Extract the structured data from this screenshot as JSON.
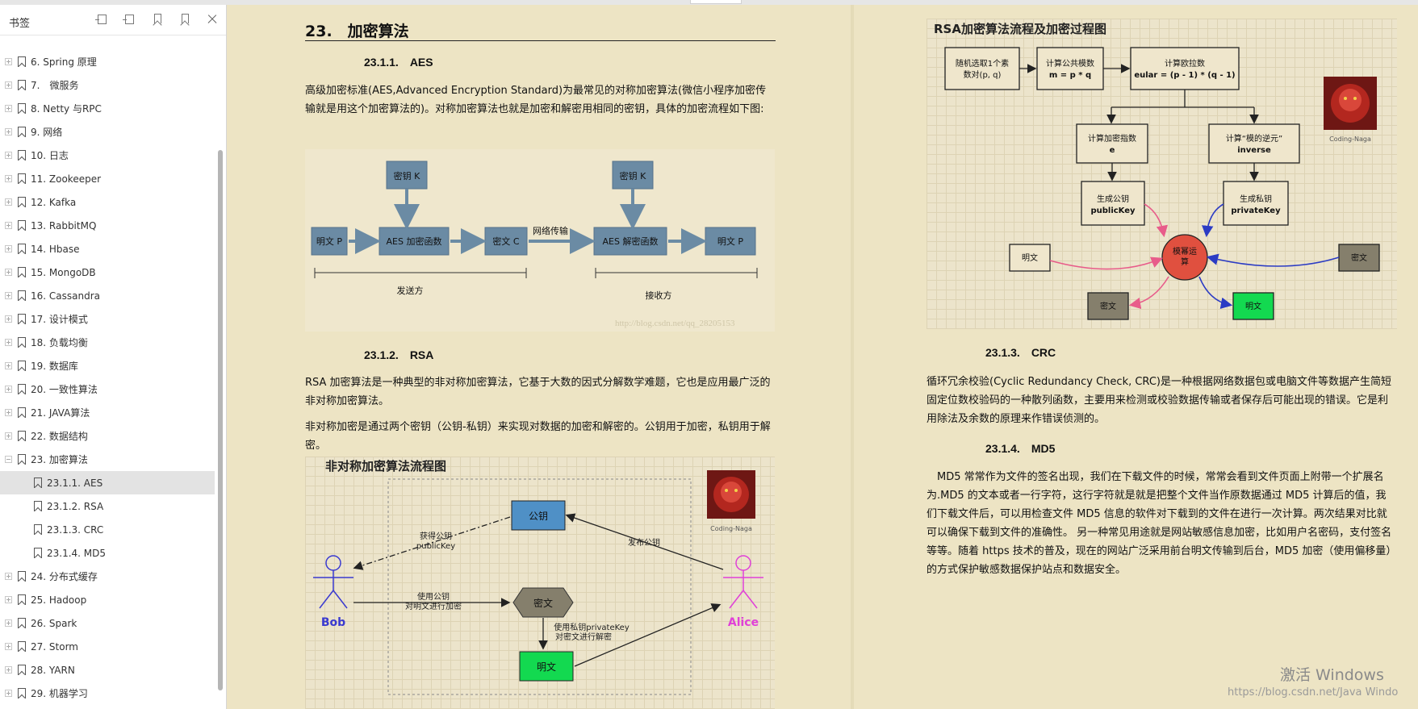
{
  "sidebar": {
    "title": "书签",
    "items": [
      {
        "label": "6. Spring 原理"
      },
      {
        "label": "7.　微服务"
      },
      {
        "label": "8. Netty 与RPC"
      },
      {
        "label": "9. 网络"
      },
      {
        "label": "10. 日志"
      },
      {
        "label": "11. Zookeeper"
      },
      {
        "label": "12. Kafka"
      },
      {
        "label": "13. RabbitMQ"
      },
      {
        "label": "14. Hbase"
      },
      {
        "label": "15. MongoDB"
      },
      {
        "label": "16. Cassandra"
      },
      {
        "label": "17. 设计模式"
      },
      {
        "label": "18. 负载均衡"
      },
      {
        "label": "19. 数据库"
      },
      {
        "label": "20. 一致性算法"
      },
      {
        "label": "21. JAVA算法"
      },
      {
        "label": "22. 数据结构"
      },
      {
        "label": "23. 加密算法"
      }
    ],
    "sub_items": [
      {
        "label": "23.1.1. AES"
      },
      {
        "label": "23.1.2. RSA"
      },
      {
        "label": "23.1.3. CRC"
      },
      {
        "label": "23.1.4. MD5"
      }
    ],
    "items_after": [
      {
        "label": "24. 分布式缓存"
      },
      {
        "label": "25. Hadoop"
      },
      {
        "label": "26. Spark"
      },
      {
        "label": "27. Storm"
      },
      {
        "label": "28. YARN"
      },
      {
        "label": "29. 机器学习"
      }
    ]
  },
  "left_page": {
    "chapter": "23.　加密算法",
    "aes_heading": "23.1.1.　AES",
    "aes_para": "高级加密标准(AES,Advanced Encryption Standard)为最常见的对称加密算法(微信小程序加密传输就是用这个加密算法的)。对称加密算法也就是加密和解密用相同的密钥，具体的加密流程如下图:",
    "aes_fig": {
      "key1": "密钥 K",
      "key2": "密钥 K",
      "plain1": "明文 P",
      "encrypt": "AES 加密函数",
      "cipher": "密文  C",
      "network": "网络传输",
      "decrypt": "AES 解密函数",
      "plain2": "明文 P",
      "sender": "发送方",
      "receiver": "接收方",
      "watermark": "http://blog.csdn.net/qq_28205153"
    },
    "rsa_heading": "23.1.2.　RSA",
    "rsa_para1": "RSA 加密算法是一种典型的非对称加密算法，它基于大数的因式分解数学难题，它也是应用最广泛的非对称加密算法。",
    "rsa_para2": "非对称加密是通过两个密钥（公钥-私钥）来实现对数据的加密和解密的。公钥用于加密，私钥用于解密。",
    "asym_fig": {
      "title": "非对称加密算法流程图",
      "public_key": "公钥",
      "get_pub_1": "获得公钥",
      "get_pub_2": "publicKey",
      "publish": "发布公钥",
      "use_pub_1": "使用公钥",
      "use_pub_2": "对明文进行加密",
      "cipher": "密文",
      "use_priv_1": "使用私钥privateKey",
      "use_priv_2": "对密文进行解密",
      "plain": "明文",
      "bob": "Bob",
      "alice": "Alice",
      "avatar_caption": "Coding-Naga"
    }
  },
  "right_page": {
    "rsa_fig": {
      "title": "RSA加密算法流程及加密过程图",
      "step1_1": "随机选取1个素",
      "step1_2": "数对(p, q)",
      "step2_1": "计算公共模数",
      "step2_2": "m = p * q",
      "step3_1": "计算欧拉数",
      "step3_2": "eular = (p - 1) * (q - 1)",
      "enc_exp_1": "计算加密指数",
      "enc_exp_2": "e",
      "inv_1": "计算“模的逆元”",
      "inv_2": "inverse",
      "pub_1": "生成公钥",
      "pub_2": "publicKey",
      "priv_1": "生成私钥",
      "priv_2": "privateKey",
      "mod_1": "模幂运",
      "mod_2": "算",
      "plain_in": "明文",
      "cipher_in": "密文",
      "cipher_out": "密文",
      "plain_out": "明文",
      "avatar_caption": "Coding-Naga"
    },
    "crc_heading": "23.1.3.　CRC",
    "crc_para": "循环冗余校验(Cyclic Redundancy Check, CRC)是一种根据网络数据包或电脑文件等数据产生简短固定位数校验码的一种散列函数，主要用来检测或校验数据传输或者保存后可能出现的错误。它是利用除法及余数的原理来作错误侦测的。",
    "md5_heading": "23.1.4.　MD5",
    "md5_para": "　MD5 常常作为文件的签名出现，我们在下载文件的时候，常常会看到文件页面上附带一个扩展名为.MD5 的文本或者一行字符，这行字符就是就是把整个文件当作原数据通过 MD5 计算后的值，我们下载文件后，可以用检查文件 MD5 信息的软件对下载到的文件在进行一次计算。两次结果对比就可以确保下载到文件的准确性。 另一种常见用途就是网站敏感信息加密，比如用户名密码，支付签名等等。随着 https 技术的普及，现在的网站广泛采用前台明文传输到后台，MD5 加密（使用偏移量）的方式保护敏感数据保护站点和数据安全。"
  },
  "overlay": {
    "windows_activate": "激活 Windows",
    "footer_url": "https://blog.csdn.net/Java Windo"
  },
  "colors": {
    "page_bg": "#ede4c4",
    "aes_box": "#6b8ba4",
    "public_key_box": "#4f90c6",
    "green_box": "#13d950",
    "mod_circle": "#e0503f"
  }
}
